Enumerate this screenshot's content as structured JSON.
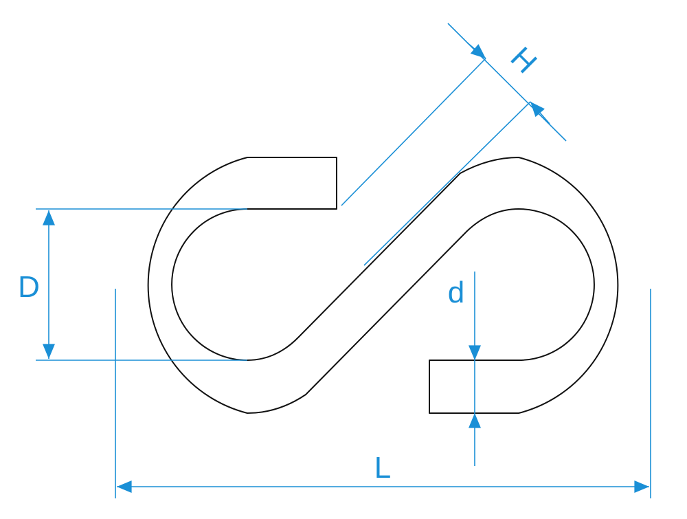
{
  "colors": {
    "outline": "#111111",
    "dimension": "#1a8fd6",
    "background": "#ffffff"
  },
  "labels": {
    "H": "H",
    "D": "D",
    "d": "d",
    "L": "L"
  }
}
